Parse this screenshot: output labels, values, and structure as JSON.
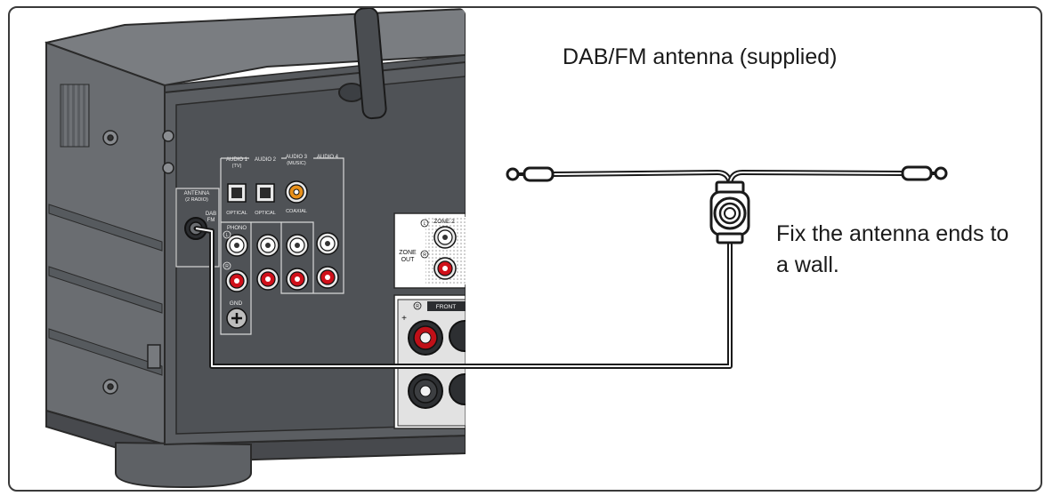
{
  "diagram": {
    "title": "DAB/FM antenna (supplied)",
    "instruction_line1": "Fix the antenna ends to",
    "instruction_line2": "a wall."
  },
  "panel_labels": {
    "antenna": "ANTENNA",
    "antenna_sub": "(2 RADIO)",
    "dab": "DAB",
    "fm": "FM",
    "audio1": "AUDIO 1",
    "audio1_sub": "(TV)",
    "audio2": "AUDIO 2",
    "audio3": "AUDIO 3",
    "audio3_sub": "(MUSIC)",
    "audio4": "AUDIO 4",
    "optical": "OPTICAL",
    "coaxial": "COAXIAL",
    "phono": "PHONO",
    "gnd": "GND",
    "zone2": "ZONE 2",
    "zone_out": "ZONE",
    "zone_out2": "OUT",
    "front": "FRONT",
    "left_mark": "L",
    "right_mark": "R",
    "plus": "+"
  },
  "colors": {
    "frame": "#3a3a3a",
    "chassis_dark": "#4a4d51",
    "chassis_mid": "#63666a",
    "chassis_light": "#8a8d91",
    "panel": "#55585c",
    "cable": "#1a1a1a",
    "red_jack": "#d0101a",
    "orange_jack": "#e8901a"
  }
}
